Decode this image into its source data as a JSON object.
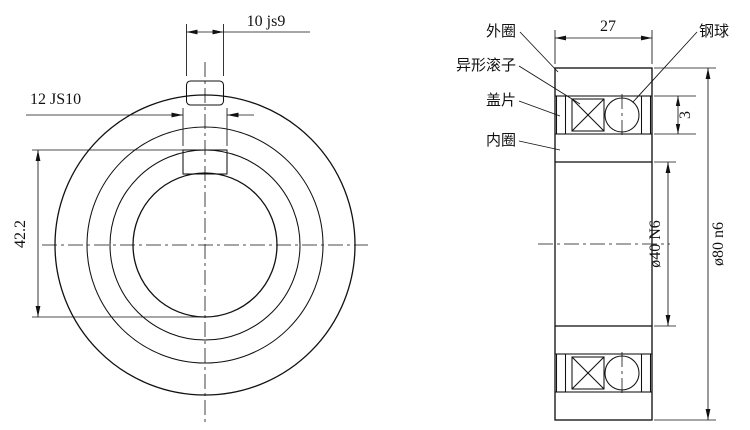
{
  "left_view": {
    "dim_outer_keyway": "10 js9",
    "dim_bore_keyway": "12 JS10",
    "dim_keyway_height": "42.2"
  },
  "right_view": {
    "dim_width": "27",
    "dim_plate": "3",
    "dim_bore": "ø40 N6",
    "dim_outer": "ø80 n6"
  },
  "labels": {
    "outer_ring": "外圈",
    "steel_ball": "钢球",
    "roller": "异形滚子",
    "cover_plate": "盖片",
    "inner_ring": "内圈"
  }
}
